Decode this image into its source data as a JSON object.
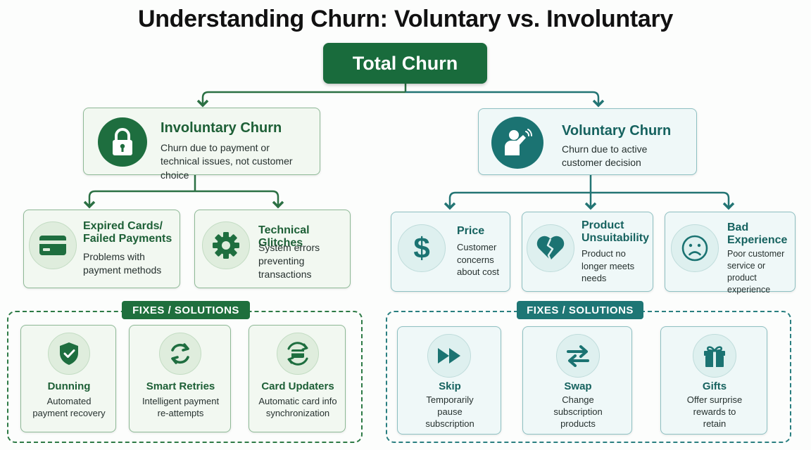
{
  "title": "Understanding Churn: Voluntary vs. Involuntary",
  "root": "Total Churn",
  "involuntary": {
    "title": "Involuntary Churn",
    "desc": [
      "Churn due to payment or",
      "technical issues, not customer choice"
    ],
    "icon": "lock-icon",
    "causes": [
      {
        "title": [
          "Expired Cards/",
          "Failed Payments"
        ],
        "desc": [
          "Problems with",
          "payment methods"
        ],
        "icon": "credit-card-icon"
      },
      {
        "title": [
          "Technical Glitches"
        ],
        "desc": [
          "System errors",
          "preventing",
          "transactions"
        ],
        "icon": "gear-icon"
      }
    ],
    "fixes_label": "FIXES / SOLUTIONS",
    "fixes": [
      {
        "title": "Dunning",
        "desc": [
          "Automated",
          "payment recovery"
        ],
        "icon": "shield-check-icon"
      },
      {
        "title": "Smart Retries",
        "desc": [
          "Intelligent payment",
          "re-attempts"
        ],
        "icon": "refresh-icon"
      },
      {
        "title": "Card Updaters",
        "desc": [
          "Automatic card info",
          "synchronization"
        ],
        "icon": "card-sync-icon"
      }
    ]
  },
  "voluntary": {
    "title": "Voluntary Churn",
    "desc": [
      "Churn due to active",
      "customer decision"
    ],
    "icon": "person-wave-icon",
    "causes": [
      {
        "title": [
          "Price"
        ],
        "desc": [
          "Customer",
          "concerns",
          "about cost"
        ],
        "icon": "dollar-icon"
      },
      {
        "title": [
          "Product",
          "Unsuitability"
        ],
        "desc": [
          "Product no",
          "longer meets",
          "needs"
        ],
        "icon": "broken-heart-icon"
      },
      {
        "title": [
          "Bad",
          "Experience"
        ],
        "desc": [
          "Poor customer",
          "service or product",
          "experience"
        ],
        "icon": "sad-face-icon"
      }
    ],
    "fixes_label": "FIXES / SOLUTIONS",
    "fixes": [
      {
        "title": "Skip",
        "desc": [
          "Temporarily",
          "pause",
          "subscription"
        ],
        "icon": "fast-forward-icon"
      },
      {
        "title": "Swap",
        "desc": [
          "Change",
          "subscription",
          "products"
        ],
        "icon": "swap-arrows-icon"
      },
      {
        "title": "Gifts",
        "desc": [
          "Offer surprise",
          "rewards to",
          "retain"
        ],
        "icon": "gift-icon"
      }
    ]
  },
  "colors": {
    "green_dark": "#1e6e3f",
    "teal_dark": "#1b7372",
    "green_border": "#8eb996",
    "teal_border": "#8ec0c2"
  }
}
